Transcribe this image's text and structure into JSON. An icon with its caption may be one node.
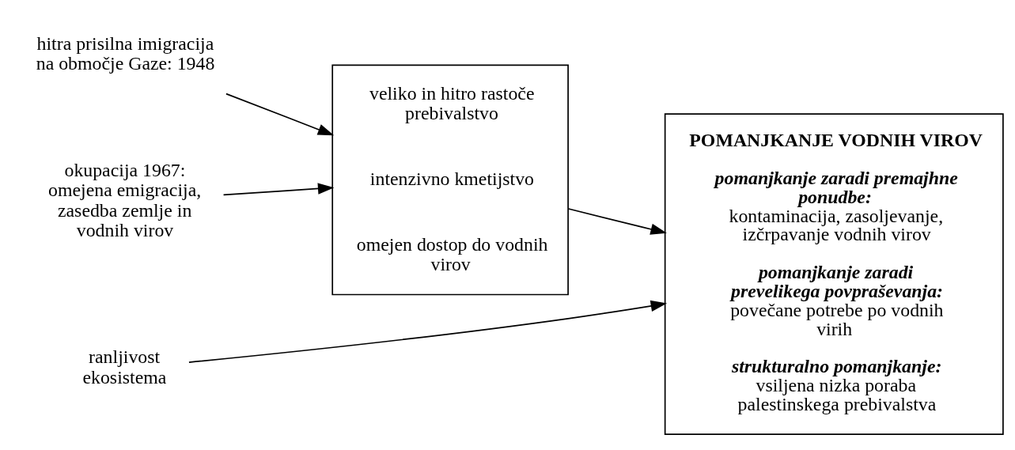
{
  "diagram": {
    "nodes": [
      {
        "text": [
          "hitra prisilna imigracija na območje Gaze: 1948"
        ]
      },
      {
        "text": [
          "okupacija 1967: omejena emigracija, zasedba zemlje in vodnih virov"
        ]
      },
      {
        "text": [
          "ranljivost ekosistema"
        ]
      },
      {
        "text": [
          "veliko in hitro rastoče prebivalstvo",
          "intenzivno kmetijstvo",
          "omejen dostop do vodnih virov"
        ]
      },
      {
        "text": [
          "POMANJKANJE VODNIH VIROV",
          "pomanjkanje zaradi premajhne ponudbe:",
          "kontaminacija, zasoljevanje, izčrpavanje vodnih virov",
          "pomanjkanje zaradi prevelikega povpraševanja:",
          "povečane potrebe po vodnih virih",
          "strukturalno pomanjkanje:",
          "vsiljena nizka poraba palestinskega prebivalstva"
        ]
      }
    ],
    "edges": [
      {
        "from": 0,
        "to": 3,
        "arrow": "to"
      },
      {
        "from": 1,
        "to": 3,
        "arrow": "to"
      },
      {
        "from": 3,
        "to": 4,
        "arrow": "to"
      },
      {
        "from": 2,
        "to": 4,
        "arrow": "to"
      }
    ]
  }
}
